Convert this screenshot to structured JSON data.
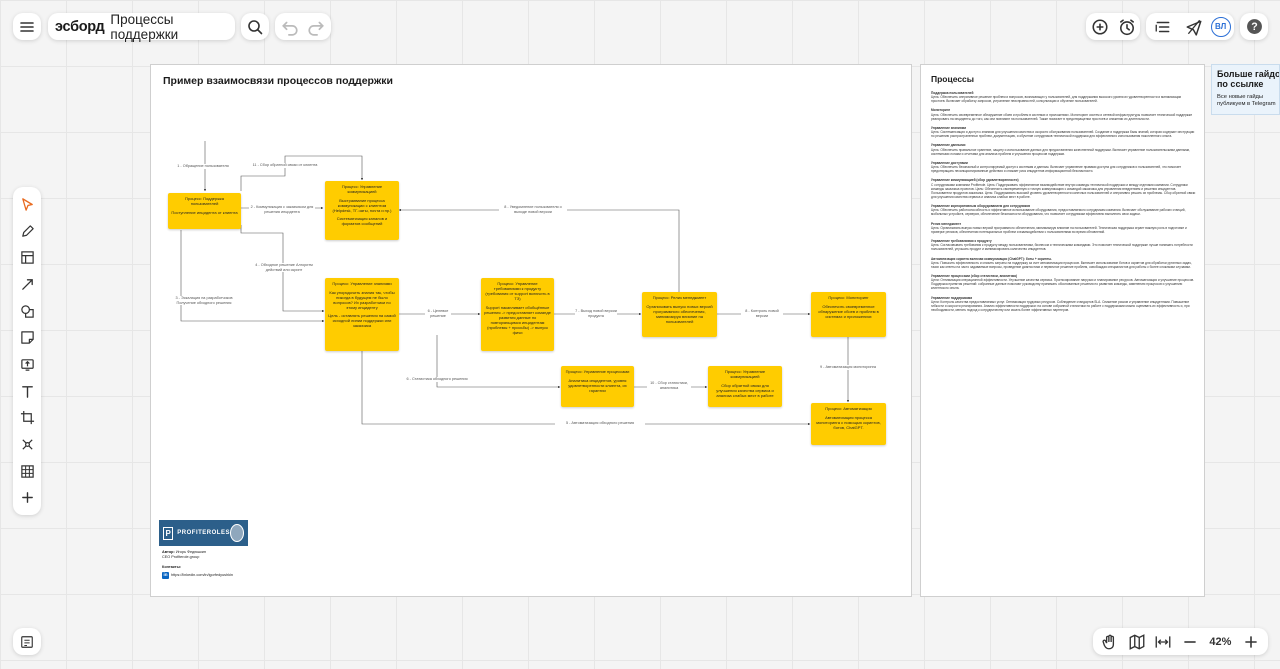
{
  "app": {
    "logo": "эсборд",
    "board_title": "Процессы поддержки",
    "user_initials": "ВЛ",
    "zoom_level": "42%"
  },
  "diagram": {
    "title": "Пример взаимосвязи процессов поддержки",
    "nodes": {
      "support": {
        "title": "Процесс: Поддержка пользователей",
        "desc": "Поступление инцидента от клиента"
      },
      "comms1": {
        "title": "Процесс: Управление коммуникацией",
        "desc": "Выстраивание процесса коммуникации с клиентом (Helpdesk, ТГ-чаты, почта и пр.)",
        "desc2": "Систематизация каналов и форматов сообщений"
      },
      "knowledge": {
        "title": "Процесс: Управление знаниями",
        "desc": "Как упорядочить знания так, чтобы никогда в будущем не было вопросов? Их разработчики по этому инциденту",
        "desc2": "Цель - оставлять решения на самой исходной линии поддержки или заказчика"
      },
      "product": {
        "title": "Процесс: Управление требованиями к продукту (требования от support включить в ТЗ)",
        "desc": "Support накапливает обобщённые решения -> предоставляет команде развития данные по повторяющимся инцидентам (проблемы + просьбы) -> выпуск фичи"
      },
      "release": {
        "title": "Процесс: Релиз менеджмент",
        "desc": "Организовать выпуск новых версий программного обеспечения, минимизируя влияние на пользователей"
      },
      "monitoring": {
        "title": "Процесс: Мониторинг",
        "desc": "Обеспечить своевременное обнаружение сбоев и проблем в системах и приложениях"
      },
      "procmgmt": {
        "title": "Процесс: Управление процессами",
        "desc": "Аналитика инцидентов, уровня удовлетворенности клиента, их гарантии"
      },
      "comms2": {
        "title": "Процесс: Управление коммуникацией",
        "desc": "Сбор обратной связи для улучшения качества сервиса и анализа слабых мест в работе"
      },
      "automation": {
        "title": "Процесс: Автоматизация",
        "desc": "Автоматизация процесса мониторинга с помощью скриптов, ботов, ChatGPT."
      }
    },
    "edges": {
      "e1": "1 - Обращение пользователя",
      "e11": "11 - Сбор обратной связи от клиента",
      "e2": "2 - Коммуникация с заказчиком для решения инцидента",
      "e8": "8 - Уведомление пользователя о выходе новой версии",
      "e4": "4 - Обходное решение Алгоритм действий или скрипт",
      "e3": "3 - Эскалация на разработчиков Получение обходного решения",
      "e6": "6 - Целевое решение",
      "e7": "7 - Выход новой версии продукта",
      "e8b": "8 - Контроль новой версии",
      "e9": "9 - Автоматизация мониторинга",
      "e6b": "6 - Статистика обходного решения",
      "e10": "10 - Сбор статистики, аналитика",
      "e5": "5 - Автоматизация обходного решения"
    },
    "author": {
      "brand": "PROFITEROLES",
      "label": "Автор:",
      "name": "Игорь Федюшкин",
      "role": "CEO Profiterole.group",
      "contacts_label": "Контакты:",
      "link": "https://linkedin.com/in/igorfedyushkin"
    }
  },
  "processes": {
    "title": "Процессы",
    "sections": [
      {
        "h": "Поддержка пользователей",
        "t": "Цель: Обеспечить оперативное решение проблем и вопросов, возникающих у пользователей, для поддержания высокого уровня их удовлетворенности и минимизации простоев. Включает обработку запросов, устранение неисправностей, консультации и обучение пользователей."
      },
      {
        "h": "Мониторинг",
        "t": "Цель: Обеспечить своевременное обнаружение сбоев и проблем в системах и приложениях. Мониторинг систем и сетевой инфраструктуры позволяет технической поддержке реагировать на инциденты до того, как они повлияют на пользователей. Также помогает в предотвращении простоев и снижении их длительности."
      },
      {
        "h": "Управление знаниями",
        "t": "Цель: Систематизация и доступ к знаниям для улучшения качества и скорости обслуживания пользователей. Создание и поддержка базы знаний, которая содержит инструкции по решению распространенных проблем, документацию, и обучение сотрудников технической поддержки для эффективного использования накопленного опыта."
      },
      {
        "h": "Управление данными",
        "t": "Цель: Обеспечить правильное хранение, защиту и использование данных для предоставления качественной поддержки. Включает управление пользовательскими данными, системными логами и отчетами для анализа проблем и улучшения процессов поддержки."
      },
      {
        "h": "Управление доступами",
        "t": "Цель: Обеспечить безопасный и контролируемый доступ к системам и данным. Включает управление правами доступа для сотрудников и пользователей, что помогает предотвращать несанкционированные действия и снижает риск инцидентов информационной безопасности."
      },
      {
        "h": "Управление коммуникацией (сбор удовлетворенности)",
        "t": "С сотрудниками компании Profiterole. Цель: Поддерживать эффективное взаимодействие внутри команды технической поддержки и между отделами компании. Сотрудники команды заказчика проектов. Цель: Обеспечить своевременную и точную коммуникацию с командой заказчика для управления внедрением и решения инцидентов. Пользователи продуктов заказчика. Цель: Поддерживать высокий уровень удовлетворенности конечных пользователей и оперативно решать их проблемы. Сбор обратной связи для улучшения качества сервиса и анализа слабых мест в работе."
      },
      {
        "h": "Управление корпоративным оборудованием для сотрудников",
        "t": "Цель: Обеспечить работоспособность и эффективное использование оборудования, предоставляемого сотрудникам компании. Включает обслуживание рабочих станций, мобильных устройств, серверов, обеспечение безопасности оборудования, что позволяет сотрудникам эффективно выполнять свои задачи."
      },
      {
        "h": "Релиз менеджмент",
        "t": "Цель: Организовать выпуск новых версий программного обеспечения, минимизируя влияние на пользователей. Техническая поддержка играет важную роль в подготовке и проверке релизов, обеспечении потенциальных проблем и взаимодействии с пользователями во время обновлений."
      },
      {
        "h": "Управление требованиями к продукту",
        "t": "Цель: Согласовывать требования к продукту между пользователями, бизнесом и техническими командами. Это помогает технической поддержке лучше понимать потребности пользователей, улучшать продукт и минимизировать количество инцидентов."
      },
      {
        "h": "Автоматизация скрипта включая коммуникации (ChatGPT): боты + скрипты.",
        "t": "Цель: Повысить эффективность и снизить затраты на поддержку за счет автоматизации процессов. Включает использование ботов и скриптов для обработки рутинных задач, таких как ответы на часто задаваемые вопросы, проведение диагностики и первичное решение проблем, освобождая специалистов для работы с более сложными случаями."
      },
      {
        "h": "Управление процессами (сбор статистики, аналитика)",
        "t": "Цели: Оптимизация операционной эффективности. Улучшение качества сервиса. Прогнозирование нагрузки и планирование ресурсов. Автоматизация и улучшение процессов. Поддержка принятия решений: собранные данные помогают руководству принимать обоснованные решения по развитию команды, изменению процессов и улучшению клиентского опыта."
      },
      {
        "h": "Управление поддержками",
        "t": "Цели: Контроль качества предоставляемых услуг. Оптимизация трудовых ресурсов. Соблюдение стандартов SLA. Снижение рисков и управление инцидентами. Повышение гибкости и скорости реагирования. Анализ эффективности поддержки: на основе собранной статистики по работе с поддержками можно оценивать их эффективность и, при необходимости, менять подход к сотрудничеству или искать более эффективных партнеров."
      }
    ]
  },
  "promo": {
    "title": "Больше гайдов по ссылке",
    "text": "Все новые гайды публикуем в Telegram"
  }
}
